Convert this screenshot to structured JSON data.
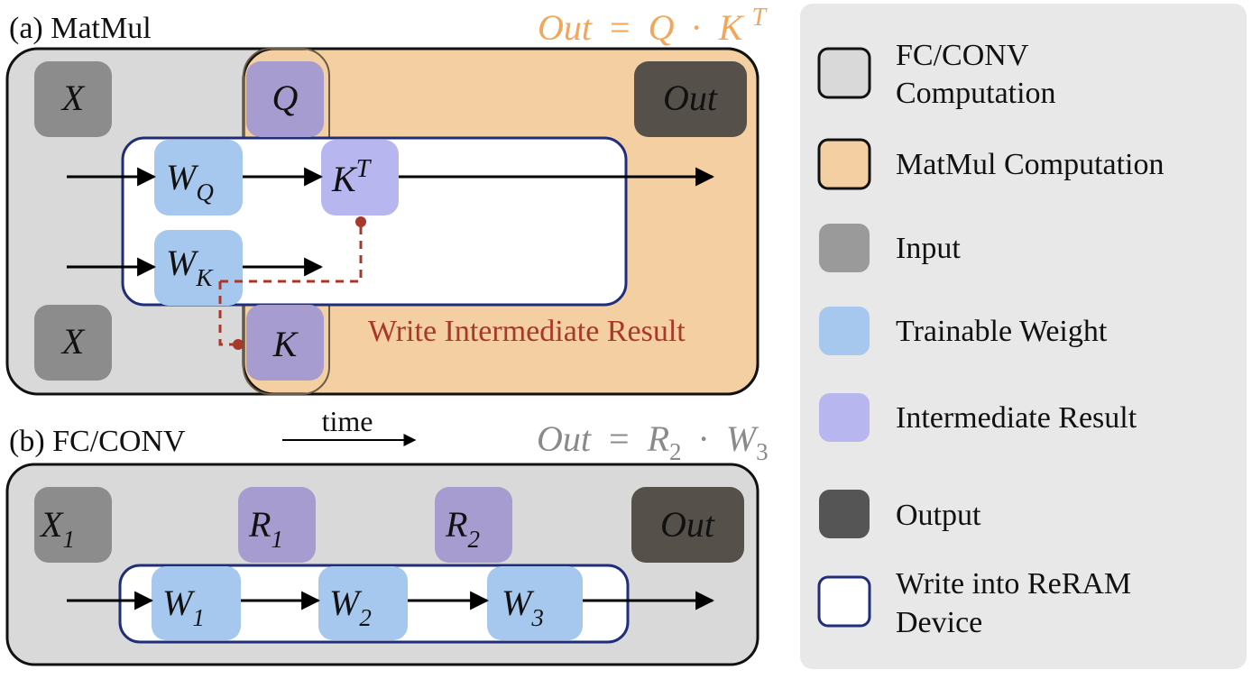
{
  "panel_a": {
    "label": "(a) MatMul",
    "formula": {
      "lhs": "Out",
      "eq": "=",
      "a": "Q",
      "dot": "·",
      "b": "K",
      "b_sup": "T"
    },
    "nodes": {
      "input_top": "X",
      "input_bottom": "X",
      "q": "Q",
      "k": "K",
      "out": "Out",
      "wq": {
        "base": "W",
        "sub": "Q"
      },
      "wk": {
        "base": "W",
        "sub": "K"
      },
      "kt": {
        "base": "K",
        "sup": "T"
      }
    },
    "annotation": "Write Intermediate Result"
  },
  "panel_b": {
    "label": "(b) FC/CONV",
    "time_label": "time",
    "formula": {
      "lhs": "Out",
      "eq": "=",
      "a": "R",
      "a_sub": "2",
      "dot": "·",
      "b": "W",
      "b_sub": "3"
    },
    "nodes": {
      "x1": {
        "base": "X",
        "sub": "1"
      },
      "r1": {
        "base": "R",
        "sub": "1"
      },
      "r2": {
        "base": "R",
        "sub": "2"
      },
      "w1": {
        "base": "W",
        "sub": "1"
      },
      "w2": {
        "base": "W",
        "sub": "2"
      },
      "w3": {
        "base": "W",
        "sub": "3"
      },
      "out": "Out"
    }
  },
  "legend": {
    "items": [
      {
        "label_line1": "FC/CONV",
        "label_line2": "Computation"
      },
      {
        "label_line1": "MatMul Computation",
        "label_line2": ""
      },
      {
        "label_line1": "Input",
        "label_line2": ""
      },
      {
        "label_line1": "Trainable Weight",
        "label_line2": ""
      },
      {
        "label_line1": "Intermediate Result",
        "label_line2": ""
      },
      {
        "label_line1": "Output",
        "label_line2": ""
      },
      {
        "label_line1": "Write into ReRAM",
        "label_line2": "Device"
      }
    ]
  },
  "colors": {
    "fc_gray": "#d9d9d9",
    "matmul_orange": "#f3cfa2",
    "matmul_formula": "#f2a65a",
    "input_gray": "#8c8c8c",
    "output_dark": "#555049",
    "weight_blue": "#a7c8ee",
    "intermediate_purple": "#b8b6ef",
    "reram_border": "#1f2d7a",
    "write_red": "#a8382a",
    "legend_bg": "#e8e8e8",
    "formula_b_gray": "#8a8a8a"
  }
}
